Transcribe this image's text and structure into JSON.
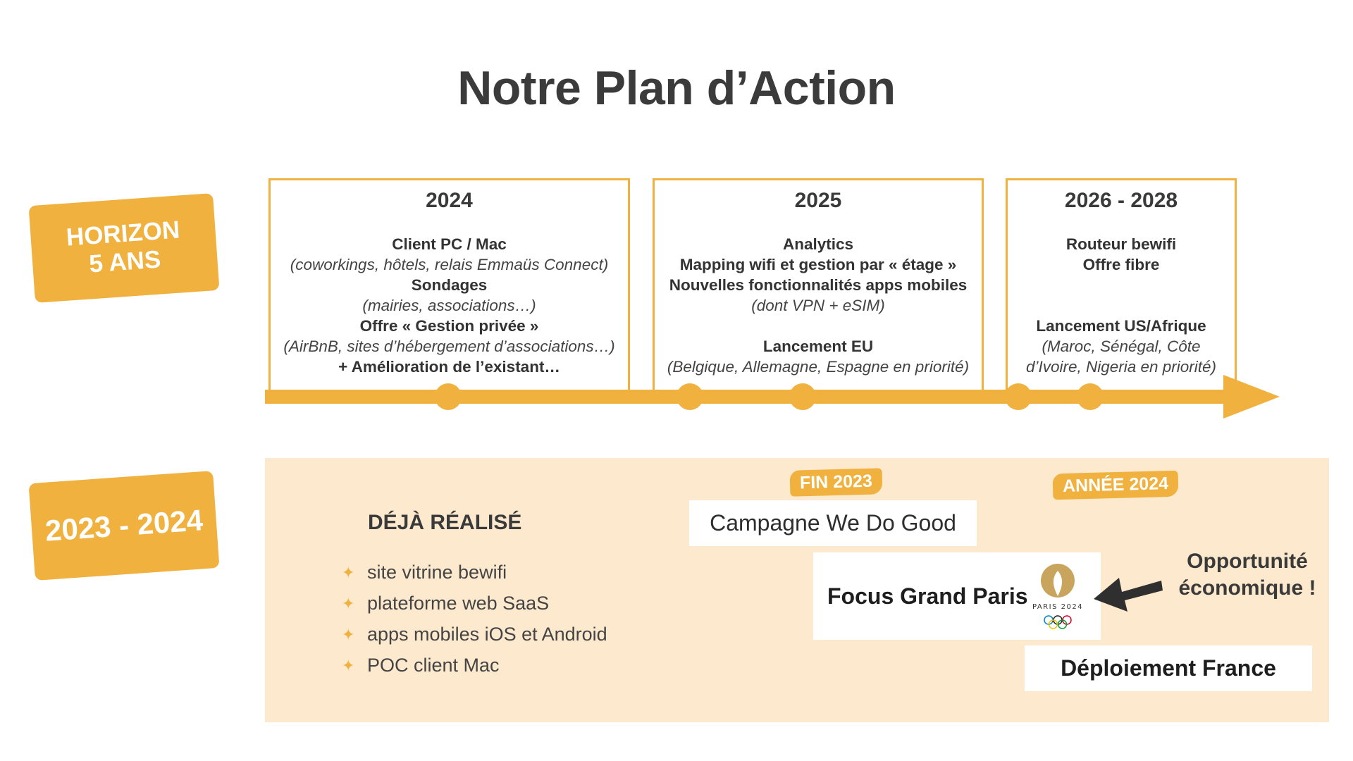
{
  "title": "Notre Plan d’Action",
  "tags": {
    "horizon_line1": "HORIZON",
    "horizon_line2": "5 ANS",
    "period": "2023 - 2024"
  },
  "years": [
    {
      "year": "2024",
      "lines": [
        {
          "text": "Client PC / Mac",
          "style": "b"
        },
        {
          "text": "(coworkings, hôtels, relais Emmaüs Connect)",
          "style": "i"
        },
        {
          "text": "Sondages",
          "style": "b"
        },
        {
          "text": "(mairies, associations…)",
          "style": "i"
        },
        {
          "text": "Offre « Gestion privée »",
          "style": "b"
        },
        {
          "text": "(AirBnB, sites d’hébergement d’associations…)",
          "style": "i"
        },
        {
          "text": "+ Amélioration de l’existant…",
          "style": "b"
        }
      ]
    },
    {
      "year": "2025",
      "lines": [
        {
          "text": "Analytics",
          "style": "b"
        },
        {
          "text": "Mapping wifi et gestion par « étage »",
          "style": "b"
        },
        {
          "text": "Nouvelles fonctionnalités apps mobiles",
          "style": "b"
        },
        {
          "text": "(dont VPN + eSIM)",
          "style": "i"
        },
        {
          "text": "",
          "style": "gap"
        },
        {
          "text": "Lancement EU",
          "style": "b"
        },
        {
          "text": "(Belgique, Allemagne, Espagne en priorité)",
          "style": "i"
        }
      ]
    },
    {
      "year": "2026 - 2028",
      "lines": [
        {
          "text": "Routeur bewifi",
          "style": "b"
        },
        {
          "text": "Offre fibre",
          "style": "b"
        },
        {
          "text": "",
          "style": "gap"
        },
        {
          "text": "",
          "style": "gap"
        },
        {
          "text": "Lancement US/Afrique",
          "style": "b"
        },
        {
          "text": "(Maroc, Sénégal, Côte",
          "style": "i"
        },
        {
          "text": "d’Ivoire, Nigeria en priorité)",
          "style": "i"
        }
      ]
    }
  ],
  "done": {
    "title": "DÉJÀ RÉALISÉ",
    "items": [
      "site vitrine bewifi",
      "plateforme web SaaS",
      "apps mobiles iOS et Android",
      "POC client Mac"
    ]
  },
  "stamps": {
    "fin": "FIN 2023",
    "annee": "ANNÉE 2024"
  },
  "boxes": {
    "campagne": "Campagne We Do Good",
    "focus": "Focus Grand Paris",
    "deploy": "Déploiement France"
  },
  "paris_logo_text": "PARIS 2024",
  "opportunity": {
    "line1": "Opportunité",
    "line2": "économique !"
  },
  "colors": {
    "accent": "#f0b13e",
    "panel": "#fde9cd",
    "text": "#3a3a3a"
  }
}
